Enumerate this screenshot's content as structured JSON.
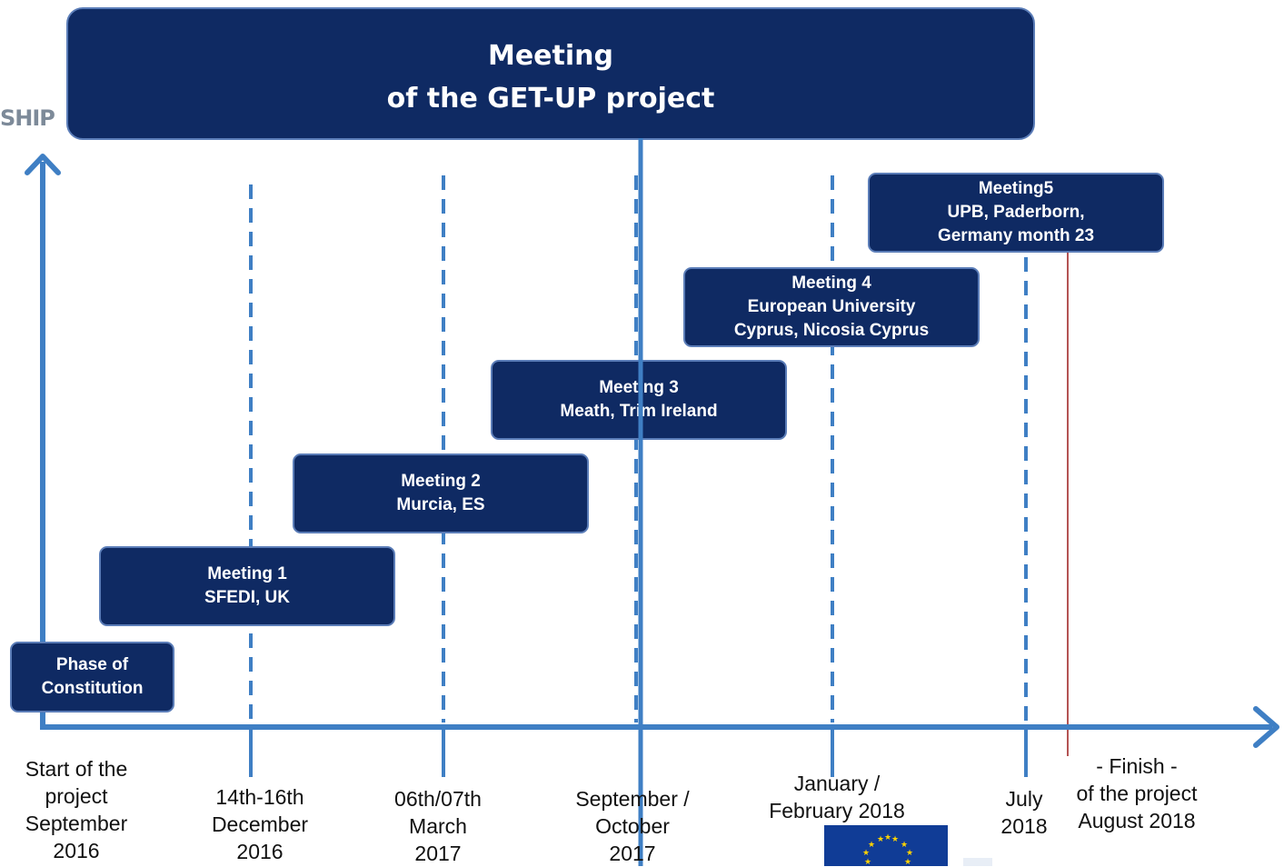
{
  "header": {
    "title_line1": "Meeting",
    "title_line2": "of the GET-UP project",
    "side_fragment": "SHIP"
  },
  "meetings": [
    {
      "line1": "Phase of",
      "line2": "Constitution",
      "line3": ""
    },
    {
      "line1": "Meeting 1",
      "line2": "SFEDI, UK",
      "line3": ""
    },
    {
      "line1": "Meeting 2",
      "line2": "Murcia, ES",
      "line3": ""
    },
    {
      "line1": "Meeting 3",
      "line2": "Meath, Trim Ireland",
      "line3": ""
    },
    {
      "line1": "Meeting 4",
      "line2": "European University",
      "line3": "Cyprus, Nicosia Cyprus"
    },
    {
      "line1": "Meeting5",
      "line2": "UPB, Paderborn,",
      "line3": "Germany month 23"
    }
  ],
  "timeline_labels": [
    {
      "lines": [
        "Start of the",
        "project",
        "September",
        "2016"
      ]
    },
    {
      "lines": [
        "14th-16th",
        "December",
        "2016"
      ]
    },
    {
      "lines": [
        "06th/07th",
        "March",
        "2017"
      ]
    },
    {
      "lines": [
        "September /",
        "October",
        "2017"
      ]
    },
    {
      "lines": [
        "January /",
        "February 2018"
      ]
    },
    {
      "lines": [
        "July",
        "2018"
      ]
    },
    {
      "lines": [
        "- Finish -",
        "of the project",
        "August 2018"
      ]
    }
  ],
  "colors": {
    "box_fill": "#0f2a63",
    "box_border": "#5b7db8",
    "axis": "#3f7fc4",
    "finish_line": "#9b1c1c",
    "eu_blue": "#103c96",
    "eu_star": "#ffd400"
  },
  "icons": {
    "eu_flag": "eu-flag-icon"
  }
}
